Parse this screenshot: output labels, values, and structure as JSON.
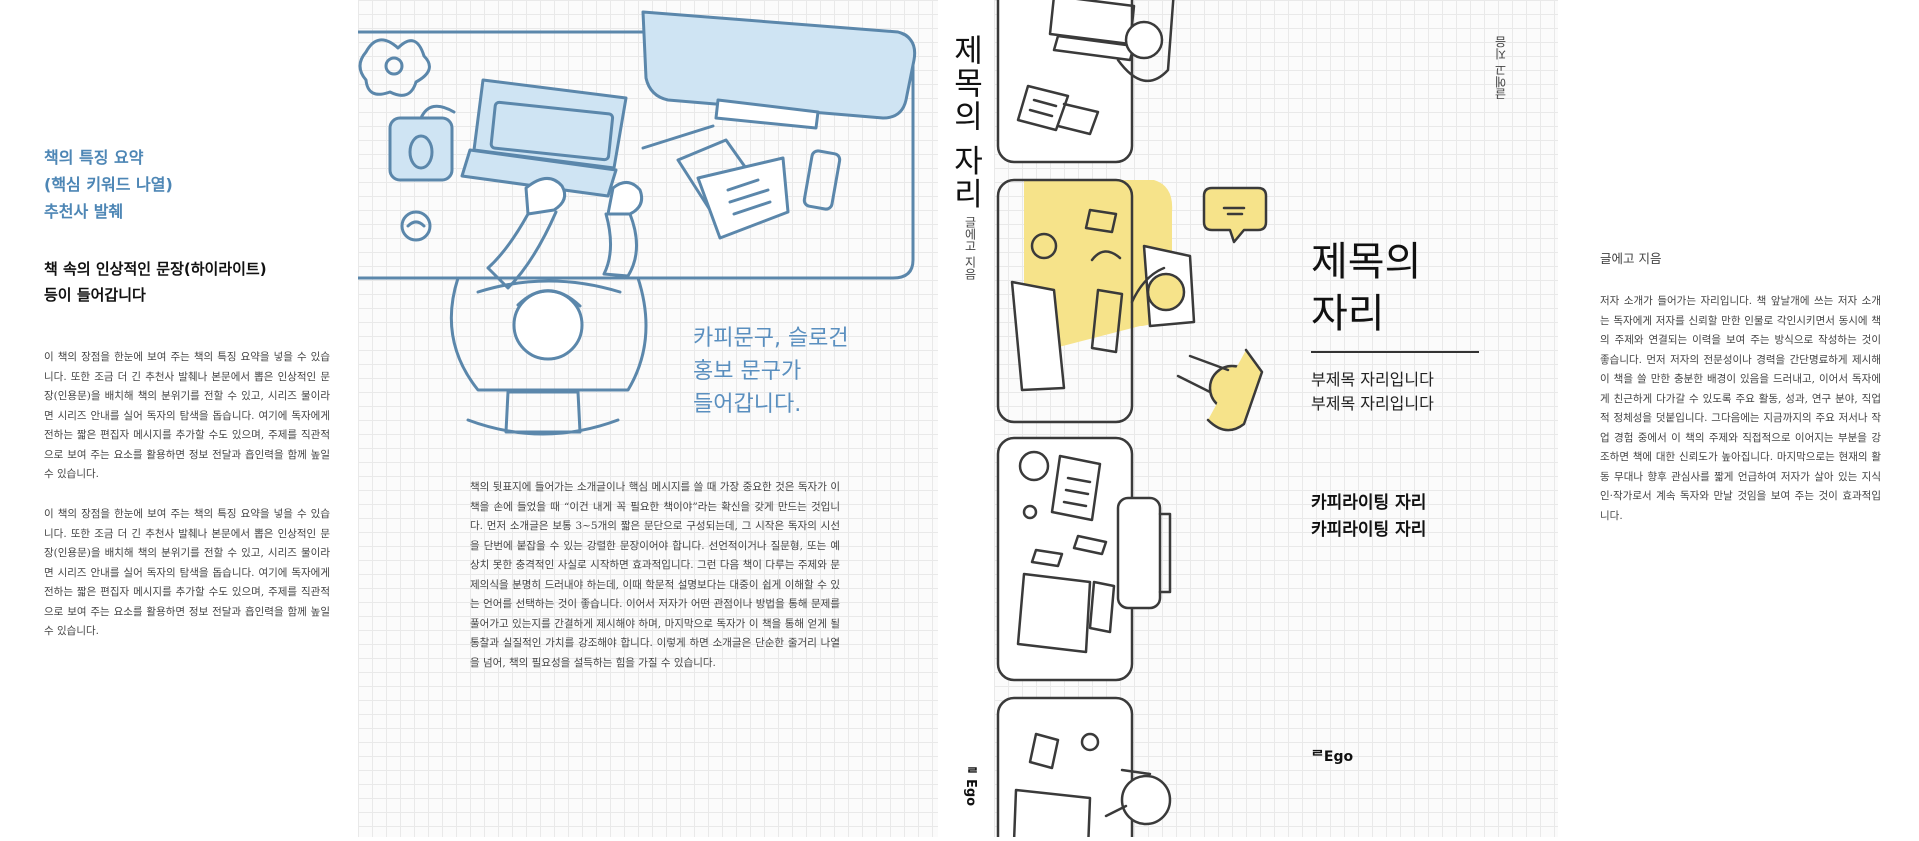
{
  "left_flap": {
    "blue_heading": [
      "책의 특징 요약",
      "(핵심 키워드 나열)",
      "추천사 발췌"
    ],
    "highlight": [
      "책 속의 인상적인 문장(하이라이트)",
      "등이 들어갑니다"
    ],
    "paragraphs": [
      "이 책의 장점을 한눈에 보여 주는 책의 특징 요약을 넣을 수 있습니다. 또한 조금 더 긴 추천사 발췌나 본문에서 뽑은 인상적인 문장(인용문)을 배치해 책의 분위기를 전할 수 있고, 시리즈 물이라면 시리즈 안내를 실어 독자의 탐색을 돕습니다. 여기에 독자에게 전하는 짧은 편집자 메시지를 추가할 수도 있으며, 주제를 직관적으로 보여 주는 요소를 활용하면 정보 전달과 흡인력을 함께 높일 수 있습니다.",
      "이 책의 장점을 한눈에 보여 주는 책의 특징 요약을 넣을 수 있습니다. 또한 조금 더 긴 추천사 발췌나 본문에서 뽑은 인상적인 문장(인용문)을 배치해 책의 분위기를 전할 수 있고, 시리즈 물이라면 시리즈 안내를 실어 독자의 탐색을 돕습니다. 여기에 독자에게 전하는 짧은 편집자 메시지를 추가할 수도 있으며, 주제를 직관적으로 보여 주는 요소를 활용하면 정보 전달과 흡인력을 함께 높일 수 있습니다."
    ]
  },
  "back_cover": {
    "copy": [
      "카피문구, 슬로건",
      "홍보 문구가",
      "들어갑니다."
    ],
    "body": "책의 뒷표지에 들어가는 소개글이나 핵심 메시지를 쓸 때 가장 중요한 것은 독자가 이 책을 손에 들었을 때 “이건 내게 꼭 필요한 책이야”라는 확신을 갖게 만드는 것입니다. 먼저 소개글은 보통 3~5개의 짧은 문단으로 구성되는데, 그 시작은 독자의 시선을 단번에 붙잡을 수 있는 강렬한 문장이어야 합니다. 선언적이거나 질문형, 또는 예상치 못한 충격적인 사실로 시작하면 효과적입니다. 그런 다음 책이 다루는 주제와 문제의식을 분명히 드러내야 하는데, 이때 학문적 설명보다는 대중이 쉽게 이해할 수 있는 언어를 선택하는 것이 좋습니다. 이어서 저자가 어떤 관점이나 방법을 통해 문제를 풀어가고 있는지를 간결하게 제시해야 하며, 마지막으로 독자가 이 책을 통해 얻게 될 통찰과 실질적인 가치를 강조해야 합니다. 이렇게 하면 소개글은 단순한 줄거리 나열을 넘어, 책의 필요성을 설득하는 힘을 가질 수 있습니다."
  },
  "spine": {
    "title": "제목의 자리",
    "author": "글에고 지음",
    "logo": "ᄅEgo"
  },
  "front_cover": {
    "author": "글에고 지음",
    "title": [
      "제목의",
      "자리"
    ],
    "subtitles": [
      "부제목 자리입니다",
      "부제목 자리입니다"
    ],
    "copywriting": [
      "카피라이팅 자리",
      "카피라이팅 자리"
    ],
    "logo": "ᄅEgo"
  },
  "right_flap": {
    "author": "글에고 지음",
    "bio": "저자 소개가 들어가는 자리입니다. 책 앞날개에 쓰는 저자 소개는 독자에게 저자를 신뢰할 만한 인물로 각인시키면서 동시에 책의 주제와 연결되는 이력을 보여 주는 방식으로 작성하는 것이 좋습니다. 먼저 저자의 전문성이나 경력을 간단명료하게 제시해 이 책을 쓸 만한 충분한 배경이 있음을 드러내고, 이어서 독자에게 친근하게 다가갈 수 있도록 주요 활동, 성과, 연구 분야, 직업적 정체성을 덧붙입니다. 그다음에는 지금까지의 주요 저서나 작업 경험 중에서 이 책의 주제와 직접적으로 이어지는 부분을 강조하면 책에 대한 신뢰도가 높아집니다. 마지막으로는 현재의 활동 무대나 향후 관심사를 짧게 언급하여 저자가 살아 있는 지식인·작가로서 계속 독자와 만날 것임을 보여 주는 것이 효과적입니다."
  },
  "colors": {
    "accent_blue": "#4d86b5",
    "illustration_blue": "#5b87ab",
    "light_blue_fill": "#cfe4f3",
    "yellow_fill": "#f6e38a",
    "line_dark": "#3a3a3a"
  }
}
